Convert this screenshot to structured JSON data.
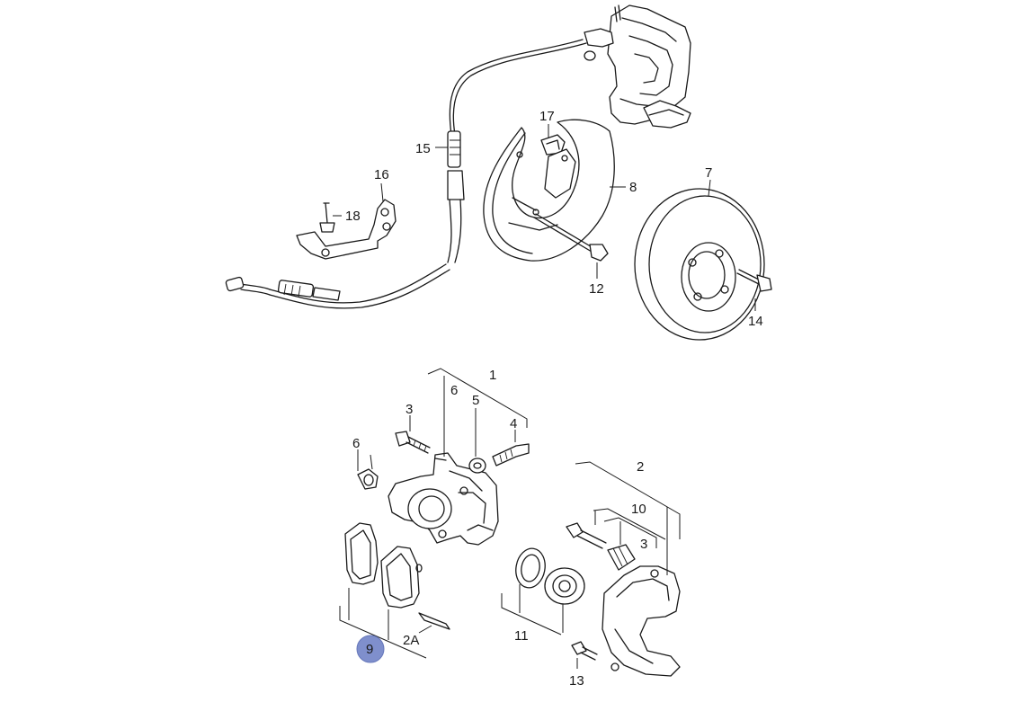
{
  "diagram": {
    "callouts": {
      "c1": "1",
      "c2": "2",
      "c2a": "2A",
      "c3_upper": "3",
      "c3_lower": "3",
      "c4": "4",
      "c5": "5",
      "c6_left": "6",
      "c6_mid": "6",
      "c7": "7",
      "c8": "8",
      "c9": "9",
      "c10": "10",
      "c11": "11",
      "c12": "12",
      "c13": "13",
      "c14": "14",
      "c15": "15",
      "c16": "16",
      "c17": "17",
      "c18": "18"
    },
    "highlight_color": "#7f8fcc"
  }
}
